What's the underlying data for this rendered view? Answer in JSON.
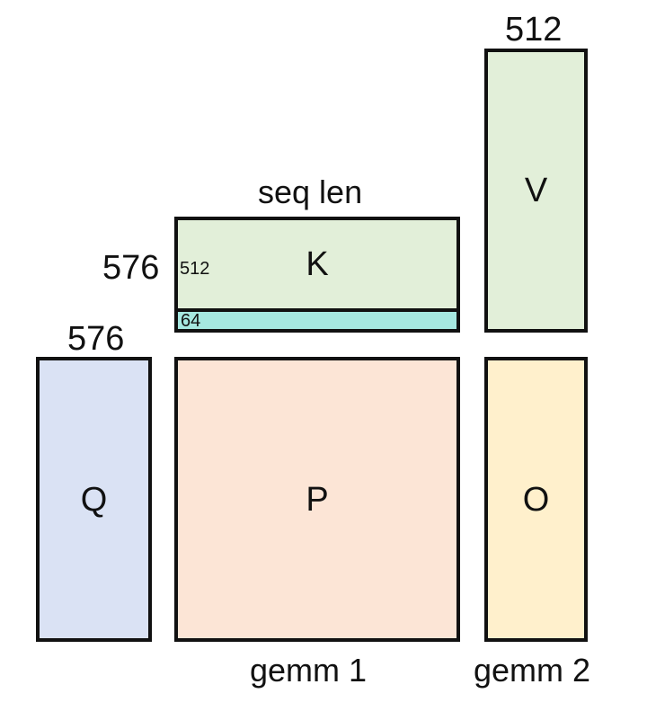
{
  "matrices": {
    "v": {
      "label": "V",
      "color": "#e2efd9"
    },
    "k": {
      "label": "K",
      "color": "#e2efd9",
      "inner_top": "512",
      "inner_bottom": "64",
      "strip_color": "#a6e8e0"
    },
    "q": {
      "label": "Q",
      "color": "#dae2f4"
    },
    "p": {
      "label": "P",
      "color": "#fce5d6"
    },
    "o": {
      "label": "O",
      "color": "#fff0cc"
    }
  },
  "dimensions": {
    "v_width": "512",
    "k_width": "seq len",
    "k_height": "576",
    "q_width": "576"
  },
  "captions": {
    "gemm1": "gemm 1",
    "gemm2": "gemm 2"
  }
}
